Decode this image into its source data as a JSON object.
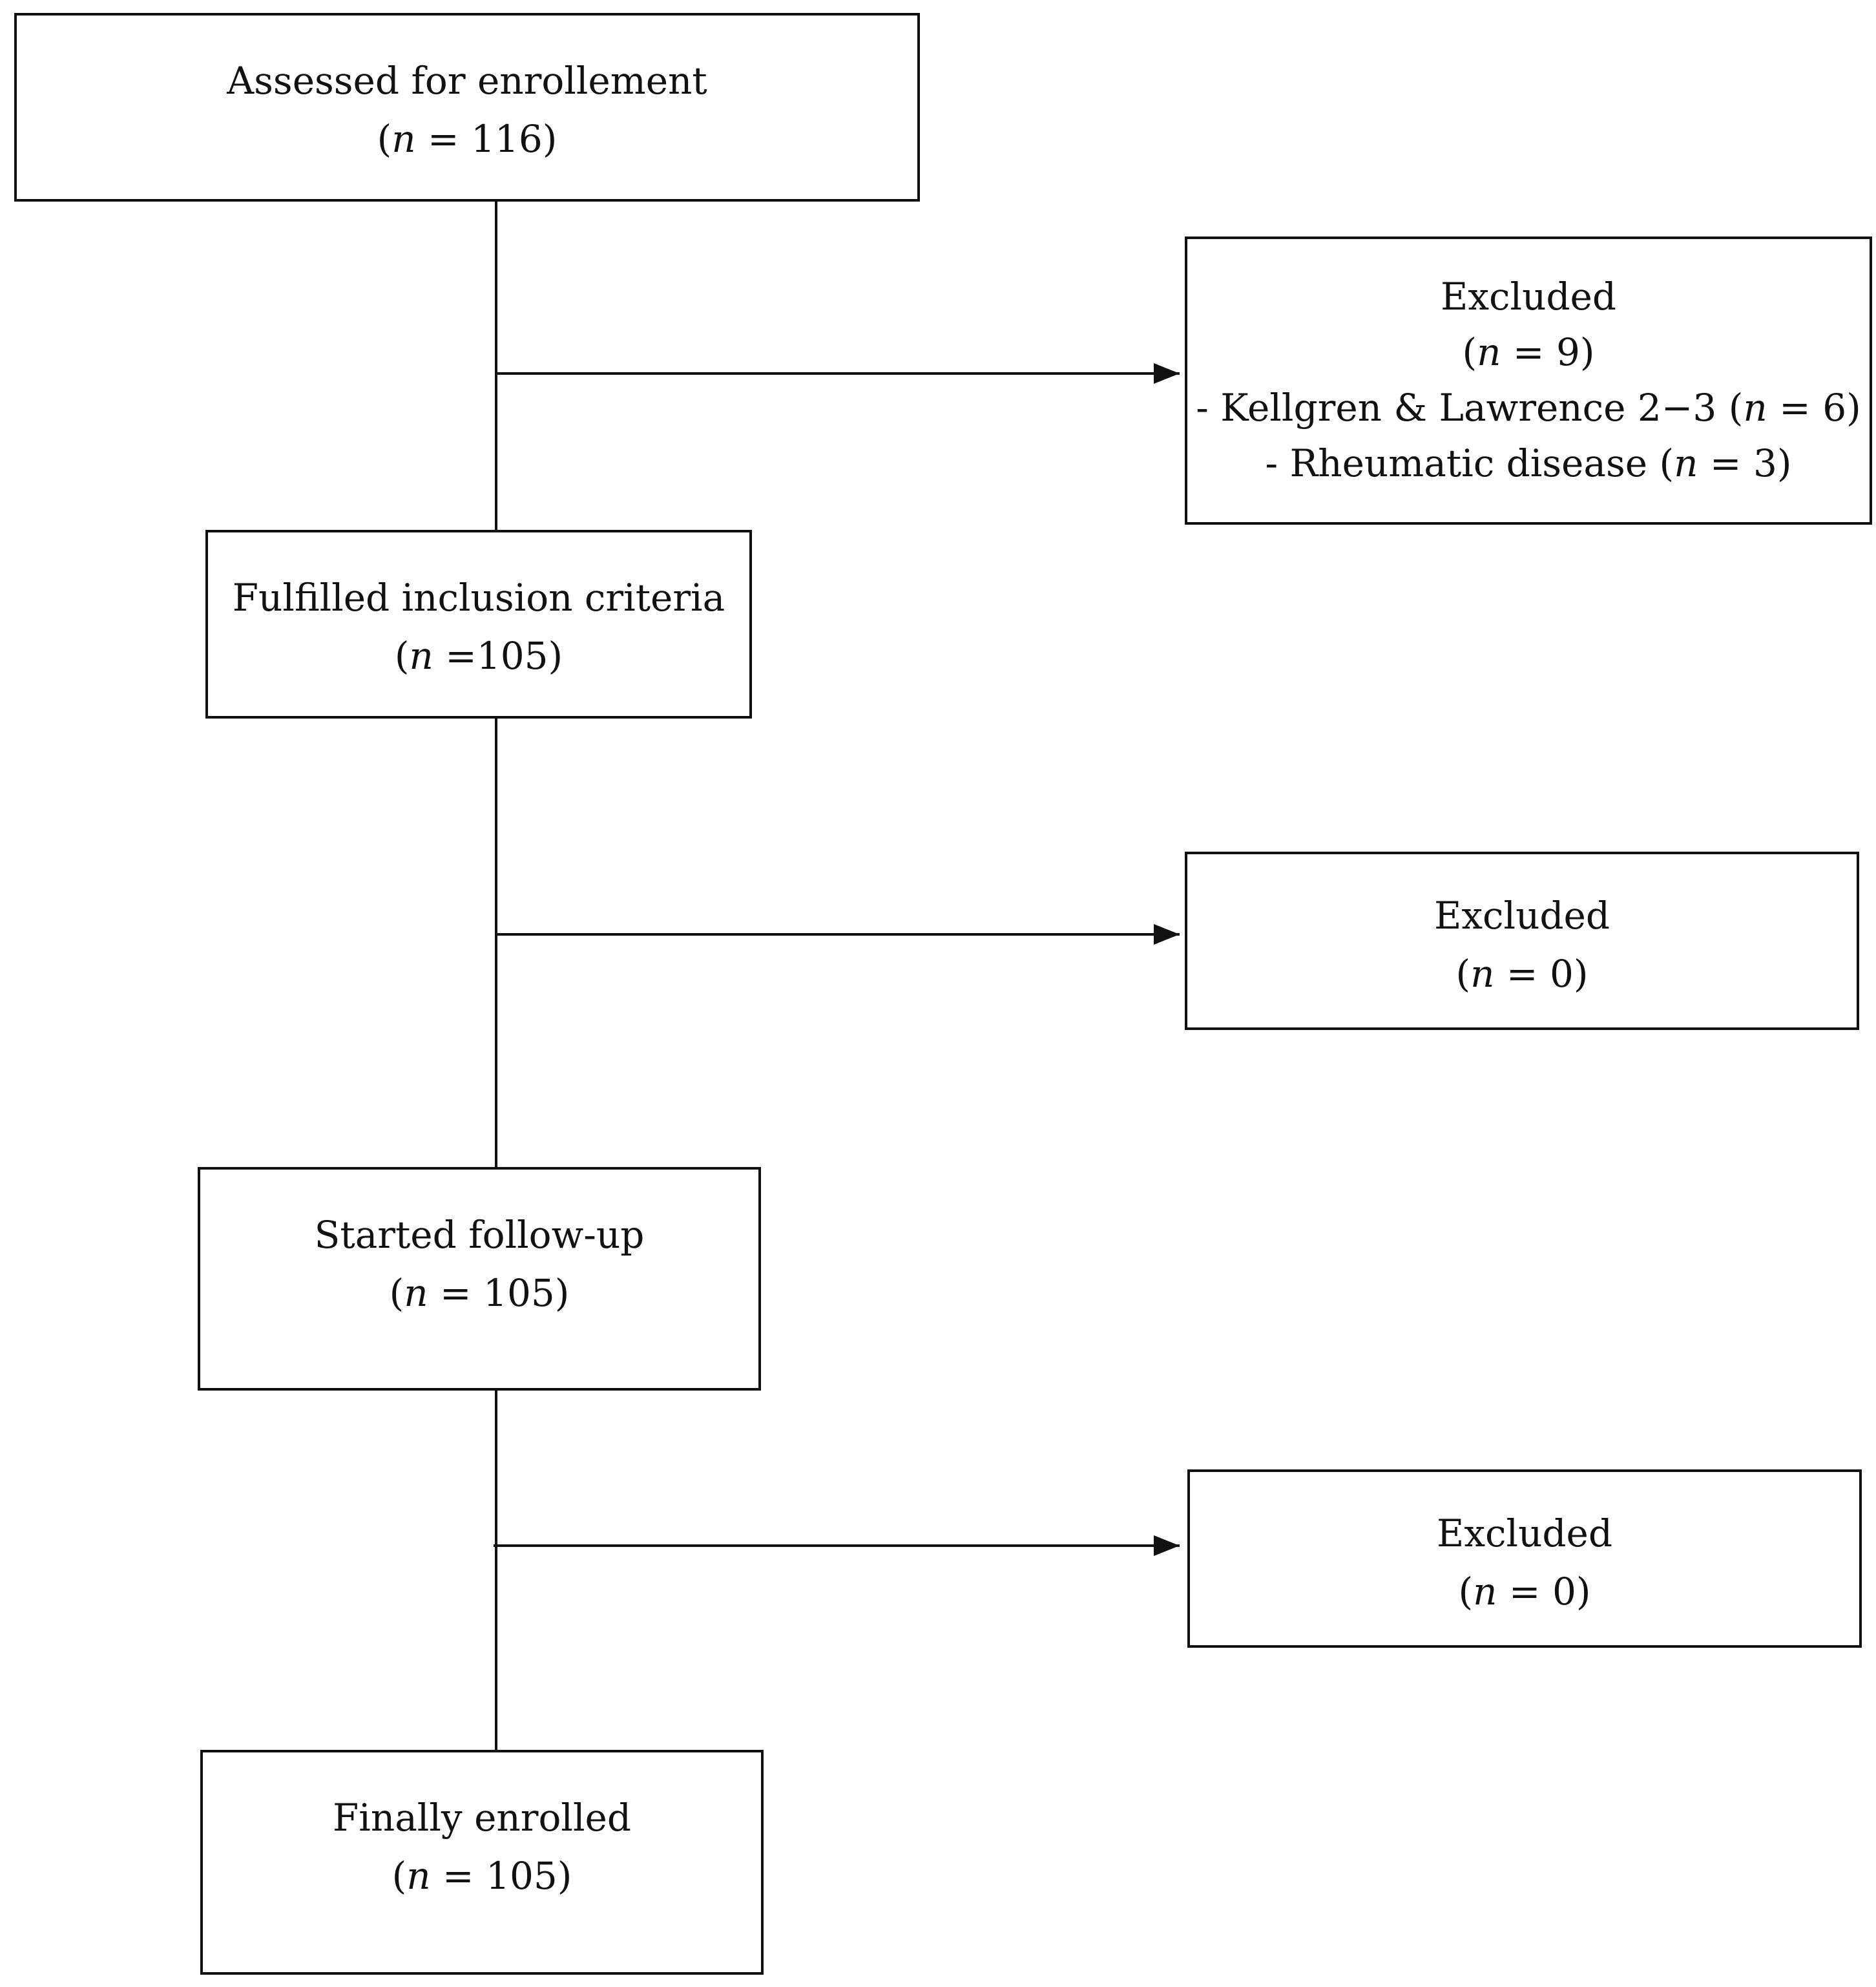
{
  "flowchart": {
    "assessed": {
      "title": "Assessed for enrollement",
      "n_prefix": "(",
      "n_var": "n",
      "n_suffix": " = 116)"
    },
    "excluded_1": {
      "title": "Excluded",
      "n_prefix": "(",
      "n_var": "n",
      "n_suffix": " = 9)",
      "reasons": [
        {
          "text": "- Kellgren & Lawrence 2−3 (",
          "n_var": "n",
          "n_suffix": " = 6)"
        },
        {
          "text": "- Rheumatic disease (",
          "n_var": "n",
          "n_suffix": " = 3)"
        }
      ]
    },
    "fulfilled": {
      "title": "Fulfilled inclusion criteria",
      "n_prefix": "(",
      "n_var": "n",
      "n_suffix": " =105)"
    },
    "excluded_2": {
      "title": "Excluded",
      "n_prefix": "(",
      "n_var": "n",
      "n_suffix": " = 0)"
    },
    "started": {
      "title": "Started follow-up",
      "n_prefix": "(",
      "n_var": "n",
      "n_suffix": " = 105)"
    },
    "excluded_3": {
      "title": "Excluded",
      "n_prefix": "(",
      "n_var": "n",
      "n_suffix": " = 0)"
    },
    "final": {
      "title": "Finally enrolled",
      "n_prefix": "(",
      "n_var": "n",
      "n_suffix": " = 105)"
    }
  },
  "colors": {
    "stroke": "#111111",
    "background": "#ffffff"
  }
}
